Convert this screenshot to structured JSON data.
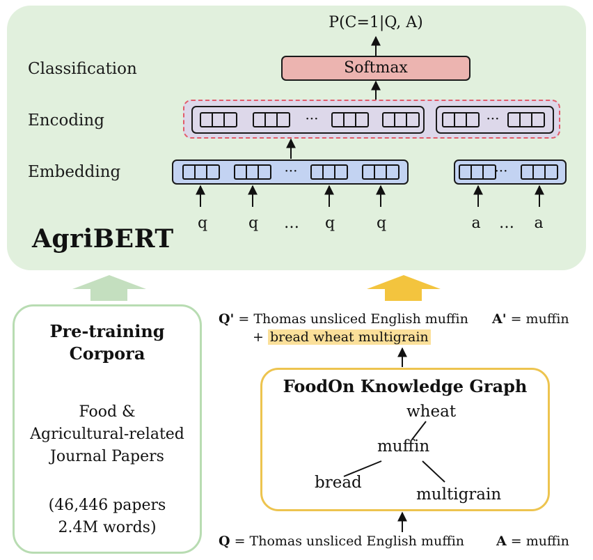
{
  "top": {
    "output_label": "P(C=1|Q, A)",
    "row_labels": {
      "classification": "Classification",
      "encoding": "Encoding",
      "embedding": "Embedding"
    },
    "softmax_label": "Softmax",
    "ellipsis": "···",
    "tokens": {
      "q": "q",
      "a": "a",
      "ellipsis": "…"
    },
    "model_name": "AgriBERT"
  },
  "corpora": {
    "title_line1": "Pre-training",
    "title_line2": "Corpora",
    "desc_line1": "Food &",
    "desc_line2": "Agricultural-related",
    "desc_line3": "Journal Papers",
    "count_line1": "(46,446 papers",
    "count_line2": "2.4M words)"
  },
  "augmented": {
    "q_prime_label": "Q'",
    "q_prime_text": " = Thomas unsliced English muffin",
    "a_prime_label": "A'",
    "a_prime_text": " = muffin",
    "plus": "+ ",
    "added_terms": "bread wheat multigrain"
  },
  "knowledge_graph": {
    "title": "FoodOn Knowledge Graph",
    "nodes": {
      "wheat": "wheat",
      "muffin": "muffin",
      "bread": "bread",
      "multigrain": "multigrain"
    }
  },
  "original": {
    "q_label": "Q",
    "q_text": " = Thomas unsliced English muffin",
    "a_label": "A",
    "a_text": " = muffin"
  },
  "colors": {
    "agribert_panel": "#e1f0dd",
    "softmax": "#ecb4b0",
    "encoding": "#ddd8ea",
    "encoding_border": "#e25b6a",
    "embedding": "#c3d3f2",
    "corpora_arrow": "#c4dfbf",
    "kg_arrow": "#f3c43e",
    "highlight": "#fbe09a"
  }
}
